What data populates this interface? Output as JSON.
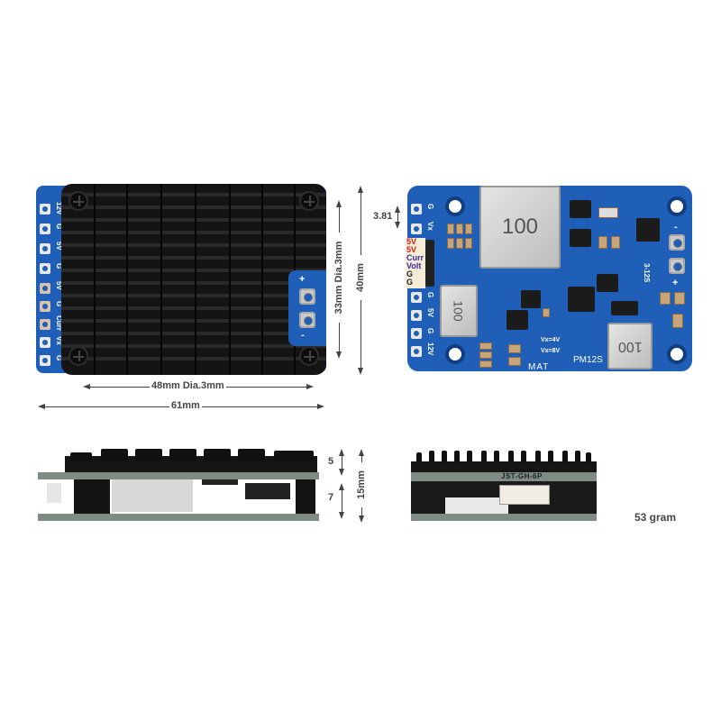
{
  "figure": {
    "product_model": "PM12S",
    "brand_mark": "MAT",
    "weight": "53 gram"
  },
  "top_view": {
    "left_pins": [
      "12V",
      "G",
      "5V",
      "G",
      "5V",
      "G",
      "Curr",
      "Vx",
      "G"
    ],
    "power_terminals": [
      "+",
      "-"
    ],
    "dimensions": {
      "width_mounting": "48mm Dia.3mm",
      "width_total": "61mm",
      "height_mounting": "33mm Dia.3mm",
      "height_total": "40mm"
    }
  },
  "bottom_view": {
    "pin_pitch": "3.81",
    "top_pins": [
      "G",
      "Vx"
    ],
    "connector_labels": [
      {
        "text": "5V",
        "color": "#d42020"
      },
      {
        "text": "5V",
        "color": "#d42020"
      },
      {
        "text": "Curr",
        "color": "#3a2aa0"
      },
      {
        "text": "Volt",
        "color": "#3a2aa0"
      },
      {
        "text": "G",
        "color": "#222222"
      },
      {
        "text": "G",
        "color": "#222222"
      }
    ],
    "bottom_pins": [
      "G",
      "5V",
      "G",
      "12V"
    ],
    "inductor_labels": [
      "100",
      "100",
      "100"
    ],
    "input_label": "3-12S",
    "input_terminals": [
      "-",
      "+"
    ],
    "jumper_labels": [
      "Vx=4V",
      "Vx=8V"
    ],
    "model_silk": "PM12S",
    "brand_silk": "MAT"
  },
  "side_views": {
    "heights": {
      "heatsink": "5",
      "components": "7",
      "total": "15mm"
    },
    "connector": "JST-GH-6P"
  }
}
